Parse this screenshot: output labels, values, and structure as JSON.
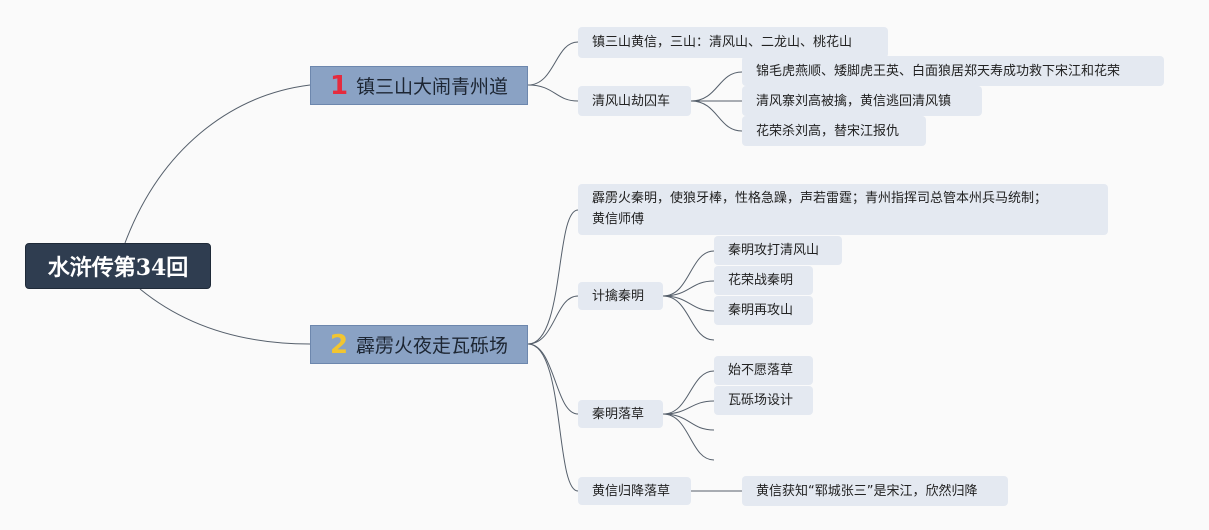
{
  "root": {
    "label": "水浒传第34回"
  },
  "branch1": {
    "badge": "1",
    "label": "镇三山大闹青州道",
    "children": [
      {
        "label": "镇三山黄信，三山：清风山、二龙山、桃花山"
      },
      {
        "label": "清风山劫囚车",
        "children": [
          {
            "label": "锦毛虎燕顺、矮脚虎王英、白面狼居郑天寿成功救下宋江和花荣"
          },
          {
            "label": "清风寨刘高被擒，黄信逃回清风镇"
          },
          {
            "label": "花荣杀刘高，替宋江报仇"
          }
        ]
      }
    ]
  },
  "branch2": {
    "badge": "2",
    "label": "霹雳火夜走瓦砾场",
    "children": [
      {
        "label_line1": "霹雳火秦明，使狼牙棒，性格急躁，声若雷霆；青州指挥司总管本州兵马统制；",
        "label_line2": "黄信师傅"
      },
      {
        "label": "计擒秦明",
        "children": [
          {
            "label": "秦明攻打清风山"
          },
          {
            "label": "花荣战秦明"
          },
          {
            "label": "秦明再攻山"
          }
        ]
      },
      {
        "label": "秦明落草",
        "children": [
          {
            "label": "始不愿落草"
          },
          {
            "label": "瓦砾场设计"
          }
        ]
      },
      {
        "label": "黄信归降落草",
        "children": [
          {
            "label": "黄信获知“郓城张三”是宋江，欣然归降"
          }
        ]
      }
    ]
  },
  "colors": {
    "root_bg": "#2f3d50",
    "branch_bg": "#8aa2c4",
    "leaf_bg": "#e4e9f1",
    "badge1": "#e52b3e",
    "badge2": "#f2c530",
    "connector": "#555f6b"
  }
}
